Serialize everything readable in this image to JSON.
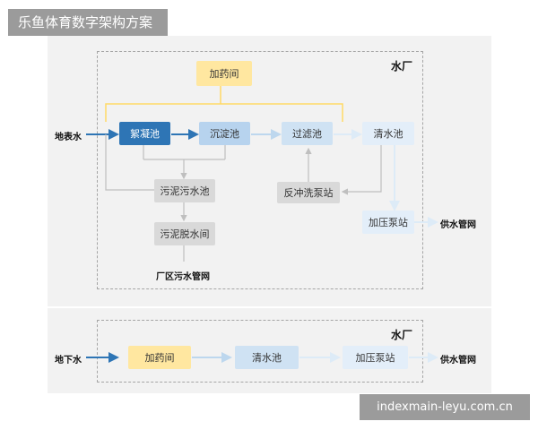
{
  "header": {
    "title": "乐鱼体育数字架构方案"
  },
  "watermark": {
    "text": "indexmain-leyu.com.cn"
  },
  "surface_plant": {
    "label": "水厂",
    "source": "地表水",
    "nodes": {
      "dosing": "加药间",
      "coagulation": "絮凝池",
      "sedimentation": "沉淀池",
      "filtration": "过滤池",
      "clear_water": "清水池",
      "sludge_tank": "污泥污水池",
      "backwash": "反冲洗泵站",
      "sludge_dewater": "污泥脱水间",
      "booster": "加压泵站"
    },
    "outputs": {
      "sewer": "厂区污水管网",
      "supply": "供水管网"
    }
  },
  "ground_plant": {
    "label": "水厂",
    "source": "地下水",
    "nodes": {
      "dosing": "加药间",
      "clear_water": "清水池",
      "booster": "加压泵站"
    },
    "output": "供水管网"
  },
  "colors": {
    "dark_arrow": "#2e75b5",
    "light_arrow": "#bdd7ee",
    "pale_arrow": "#ddebf7",
    "yellow_line": "#ffd966",
    "gray_line": "#bfbfbf"
  }
}
